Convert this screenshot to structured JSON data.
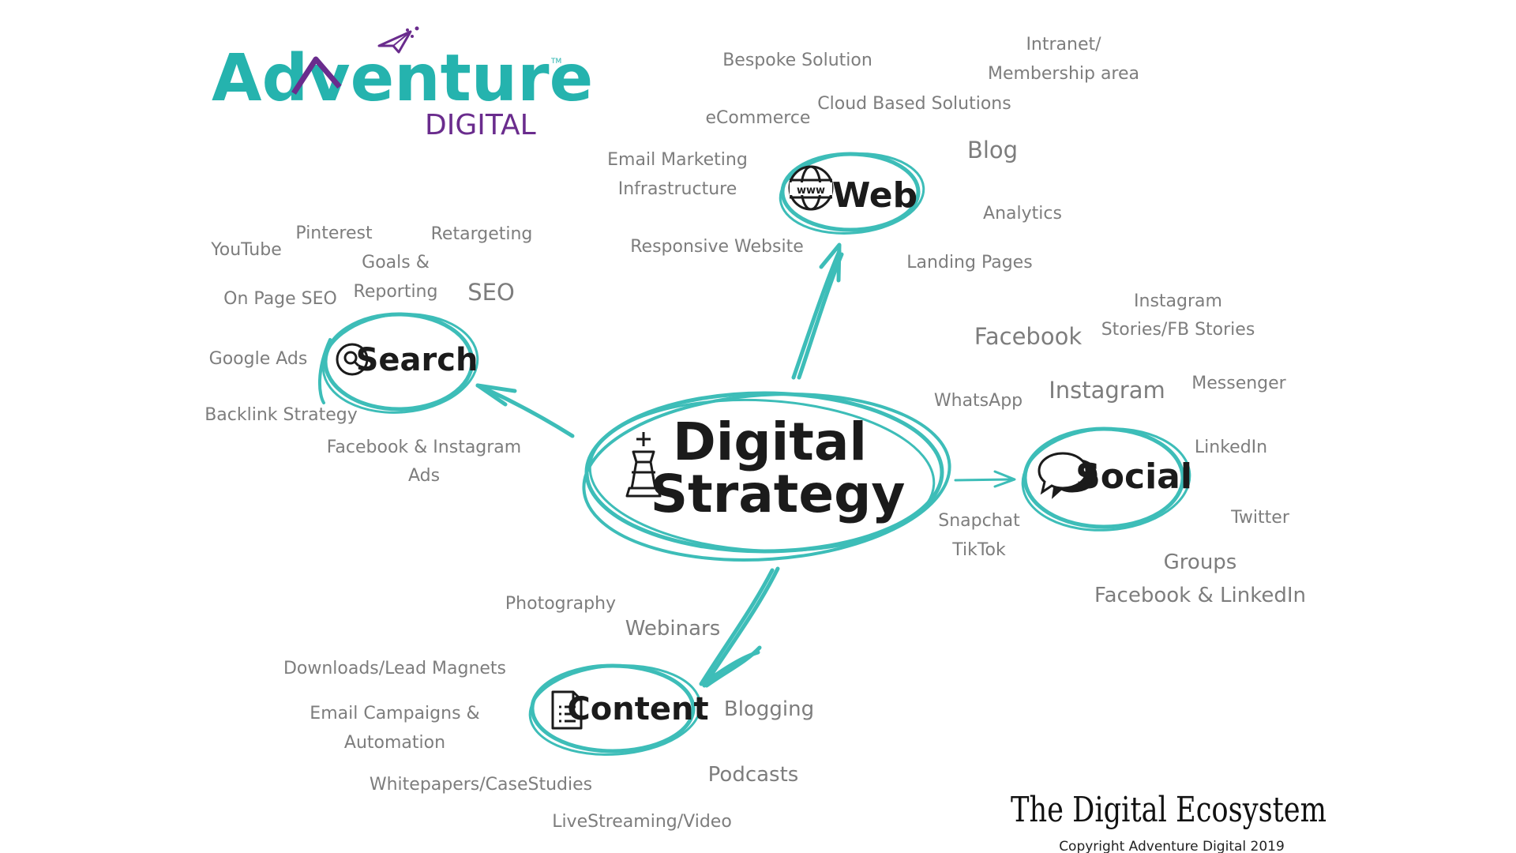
{
  "logo": {
    "brand": "Adventure",
    "sub": "DIGITAL",
    "trademark": "TM"
  },
  "central": {
    "line1": "Digital",
    "line2": "Strategy",
    "icon": "chess-king-icon"
  },
  "hubs": {
    "web": {
      "label": "Web",
      "icon": "globe-www-icon"
    },
    "search": {
      "label": "Search",
      "icon": "magnifier-icon"
    },
    "social": {
      "label": "Social",
      "icon": "speech-bubbles-icon"
    },
    "content": {
      "label": "Content",
      "icon": "document-icon"
    }
  },
  "web_items": {
    "bespoke": "Bespoke Solution",
    "intranet_1": "Intranet/",
    "intranet_2": "Membership area",
    "ecommerce": "eCommerce",
    "cloud": "Cloud Based Solutions",
    "email_1": "Email Marketing",
    "email_2": "Infrastructure",
    "blog": "Blog",
    "analytics": "Analytics",
    "responsive": "Responsive Website",
    "landing": "Landing Pages"
  },
  "search_items": {
    "youtube": "YouTube",
    "pinterest": "Pinterest",
    "retargeting": "Retargeting",
    "goals_1": "Goals &",
    "goals_2": "Reporting",
    "seo": "SEO",
    "onpage": "On Page SEO",
    "google": "Google Ads",
    "backlink": "Backlink Strategy",
    "fbig_1": "Facebook & Instagram",
    "fbig_2": "Ads"
  },
  "social_items": {
    "ig_stories_1": "Instagram",
    "ig_stories_2": "Stories/FB Stories",
    "facebook": "Facebook",
    "whatsapp": "WhatsApp",
    "instagram": "Instagram",
    "messenger": "Messenger",
    "linkedin": "LinkedIn",
    "snapchat": "Snapchat",
    "tiktok": "TikTok",
    "twitter": "Twitter",
    "groups_1": "Groups",
    "groups_2": "Facebook & LinkedIn"
  },
  "content_items": {
    "photography": "Photography",
    "webinars": "Webinars",
    "downloads": "Downloads/Lead Magnets",
    "email_1": "Email Campaigns &",
    "email_2": "Automation",
    "blogging": "Blogging",
    "whitepapers": "Whitepapers/CaseStudies",
    "podcasts": "Podcasts",
    "livestreaming": "LiveStreaming/Video"
  },
  "footer": {
    "title": "The Digital Ecosystem",
    "copyright": "Copyright Adventure Digital 2019"
  },
  "colors": {
    "teal": "#3dbdb8",
    "purple": "#6a2c8d",
    "label_gray": "#7d7d7d",
    "ink": "#1b1b1b"
  }
}
